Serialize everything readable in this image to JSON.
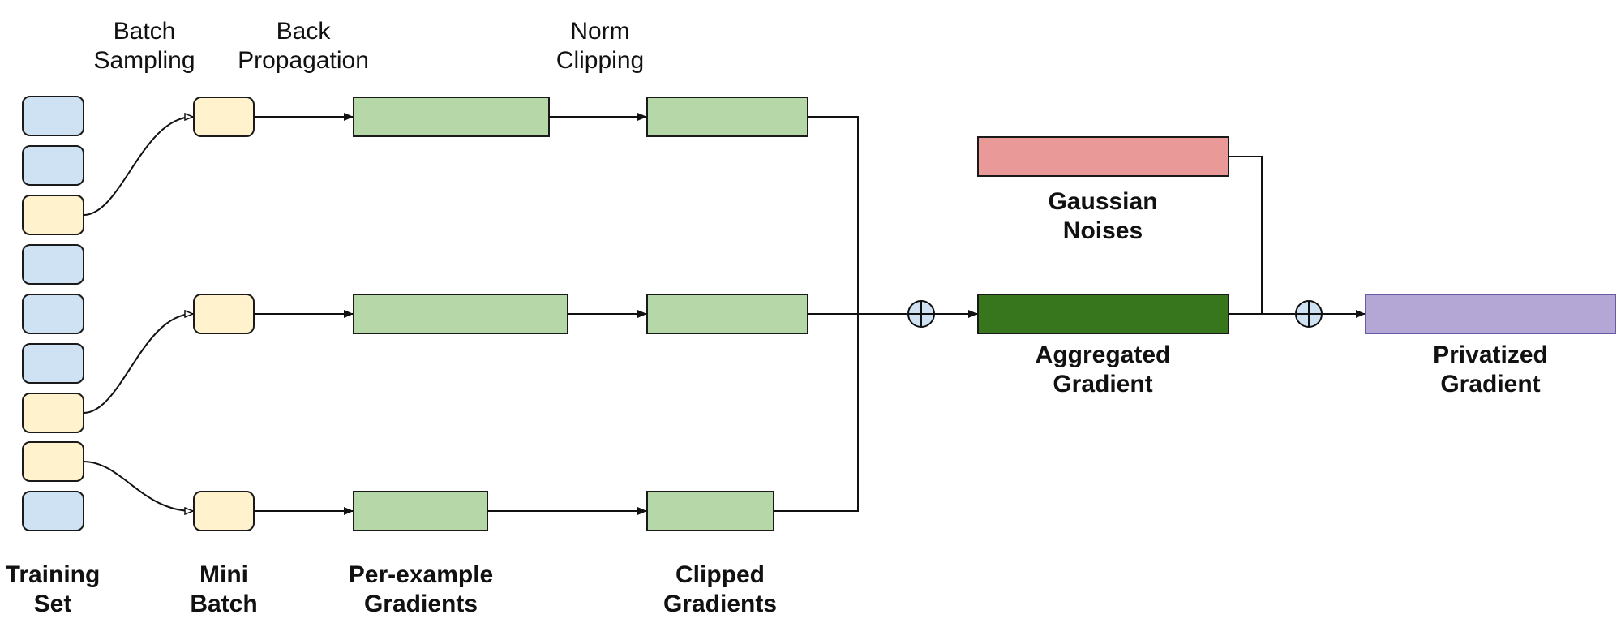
{
  "stage_labels": {
    "batch_sampling": [
      "Batch",
      "Sampling"
    ],
    "back_propagation": [
      "Back",
      "Propagation"
    ],
    "norm_clipping": [
      "Norm",
      "Clipping"
    ]
  },
  "bottom_labels": {
    "training_set": [
      "Training",
      "Set"
    ],
    "mini_batch": [
      "Mini",
      "Batch"
    ],
    "per_example": [
      "Per-example",
      "Gradients"
    ],
    "clipped": [
      "Clipped",
      "Gradients"
    ]
  },
  "right_labels": {
    "gaussian": [
      "Gaussian",
      "Noises"
    ],
    "aggregated": [
      "Aggregated",
      "Gradient"
    ],
    "privatized": [
      "Privatized",
      "Gradient"
    ]
  },
  "colors": {
    "training_sample": "#cfe2f3",
    "sampled": "#fff2cc",
    "gradient": "#b6d7a8",
    "aggregated": "#38761d",
    "noise": "#ea9999",
    "privatized": "#b4a7d6",
    "sum_node": "#cfe2f3"
  }
}
